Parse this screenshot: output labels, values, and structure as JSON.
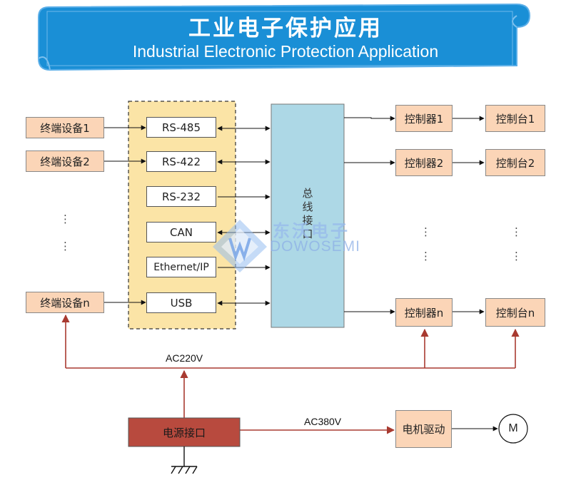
{
  "banner": {
    "title_zh": "工业电子保护应用",
    "title_en": "Industrial Electronic Protection Application",
    "fill_color": "#1a8fd6"
  },
  "diagram": {
    "terminals": [
      "终端设备1",
      "终端设备2",
      "终端设备n"
    ],
    "protocols": [
      "RS-485",
      "RS-422",
      "RS-232",
      "CAN",
      "Ethernet/IP",
      "USB"
    ],
    "bus_interface": "总线接口",
    "controllers": [
      "控制器1",
      "控制器2",
      "控制器n"
    ],
    "consoles": [
      "控制台1",
      "控制台2",
      "控制台n"
    ],
    "power_interface": "电源接口",
    "motor_drive": "电机驱动",
    "motor": "M",
    "ac220_label": "AC220V",
    "ac380_label": "AC380V",
    "ellipsis": "⋮"
  },
  "watermark": {
    "text_zh": "东沃电子",
    "text_en": "DOWOSEMI"
  },
  "colors": {
    "peach": "#fbd5b7",
    "protocol_panel": "#fbe4a6",
    "bus": "#add8e6",
    "power": "#b84a3e",
    "power_line": "#a83a30"
  }
}
